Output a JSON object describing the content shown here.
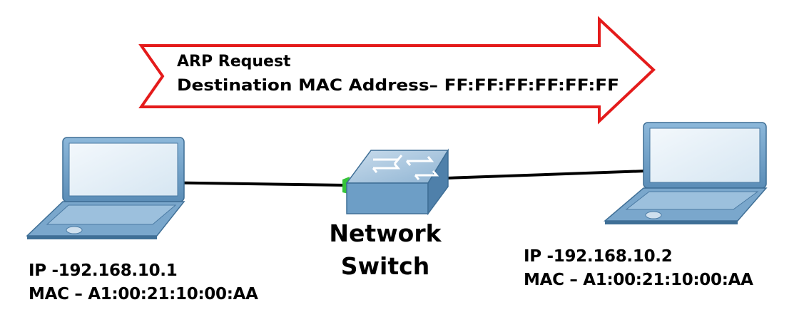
{
  "arrow": {
    "line1": "ARP Request",
    "line2": "Destination MAC Address– FF:FF:FF:FF:FF:FF",
    "outline_color": "#e41b1b"
  },
  "switch": {
    "line1": "Network",
    "line2": "Switch",
    "icon": "network-switch-icon"
  },
  "pc1": {
    "icon": "laptop-icon",
    "ip": "IP -192.168.10.1",
    "mac": "MAC – A1:00:21:10:00:AA"
  },
  "pc2": {
    "icon": "laptop-icon",
    "ip": "IP -192.168.10.2",
    "mac": "MAC – A1:00:21:10:00:AA"
  },
  "colors": {
    "device_blue": "#6d9ec6",
    "device_dark": "#3f6f96",
    "link_indicator": "#37c43a"
  }
}
